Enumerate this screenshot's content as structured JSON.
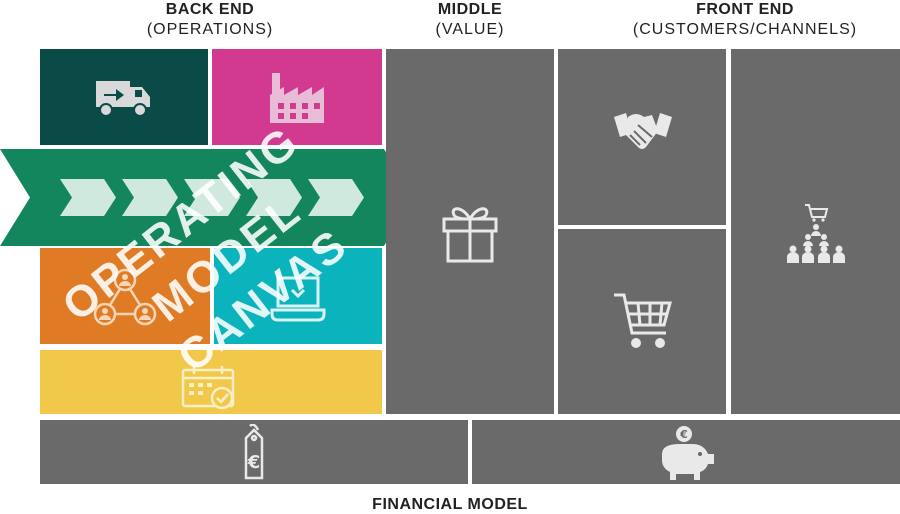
{
  "headers": {
    "back_end": {
      "title": "BACK END",
      "subtitle": "(OPERATIONS)"
    },
    "middle": {
      "title": "MIDDLE",
      "subtitle": "(VALUE)"
    },
    "front_end": {
      "title": "FRONT END",
      "subtitle": "(CUSTOMERS/CHANNELS)"
    }
  },
  "footer": {
    "title": "FINANCIAL MODEL"
  },
  "watermark": {
    "line1": "OPERATING",
    "line2": "MODEL",
    "line3": "CANVAS"
  },
  "colors": {
    "dark_teal": "#0b4b47",
    "magenta": "#d23a8f",
    "green_arrow": "#13865e",
    "orange": "#e07b25",
    "cyan": "#0bb3bd",
    "yellow": "#f2c84b",
    "gray": "#6a6a6a",
    "icon": "#e9e9e9"
  },
  "icons": {
    "logistics": "delivery-truck-icon",
    "production": "factory-icon",
    "value_chain": "chevron-arrows-icon",
    "organisation": "people-network-icon",
    "information": "laptop-icon",
    "management": "calendar-check-icon",
    "value": "gift-icon",
    "relationships": "handshake-icon",
    "channels": "shopping-cart-icon",
    "customers": "customer-group-icon",
    "costs": "euro-price-tag-icon",
    "revenue": "piggy-bank-icon"
  }
}
